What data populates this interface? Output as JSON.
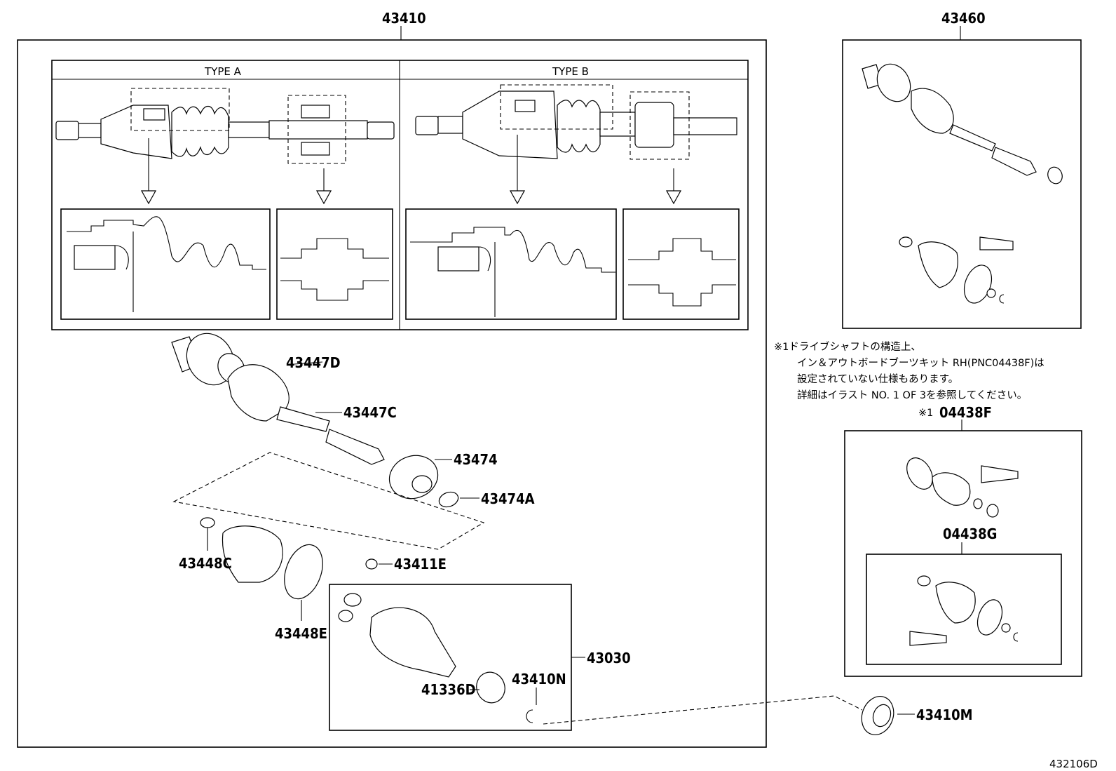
{
  "diagram_id": "432106D",
  "assemblies": {
    "main": "43410",
    "rh": "43460",
    "boot_kit_mark": "※1",
    "boot_kit": "04438F",
    "boot_kit_sub": "04438G"
  },
  "type_panels": {
    "type_a": "TYPE A",
    "type_b": "TYPE B"
  },
  "note_lines": [
    "※1ドライブシャフトの構造上、",
    "イン＆アウトボードブーツキット RH(PNC04438F)は",
    "設定されていない仕様もあります。",
    "詳細はイラスト NO. 1 OF 3を参照してください。"
  ],
  "parts": {
    "p43447D": "43447D",
    "p43447C": "43447C",
    "p43474": "43474",
    "p43474A": "43474A",
    "p43448C": "43448C",
    "p43448E": "43448E",
    "p43411E": "43411E",
    "p43030": "43030",
    "p41336D": "41336D",
    "p43410N": "43410N",
    "p43410M": "43410M"
  }
}
